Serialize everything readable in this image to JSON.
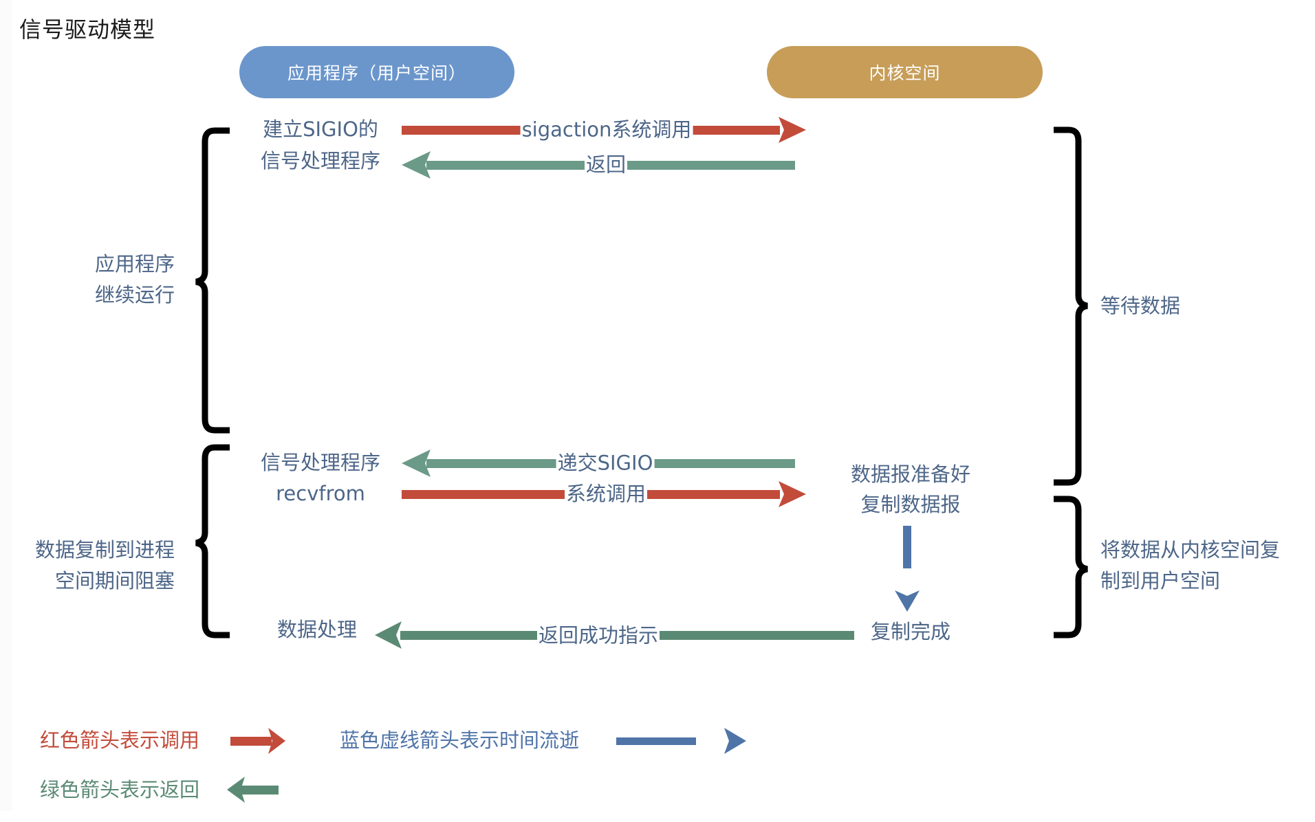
{
  "title": "信号驱动模型",
  "colors": {
    "user_space": "#6b96cb",
    "kernel_space": "#c79d58",
    "call_arrow": "#c24b3a",
    "return_arrow": "#6b9a88",
    "return_arrow_dark": "#5b8a74",
    "time_arrow": "#4f74a8",
    "text": "#4d6688",
    "brace": "#000000"
  },
  "headers": {
    "user_space": "应用程序（用户空间）",
    "kernel_space": "内核空间"
  },
  "steps": {
    "setup_line1": "建立SIGIO的",
    "setup_line2": "信号处理程序",
    "sigaction_call": "sigaction系统调用",
    "return": "返回",
    "signal_handler": "信号处理程序",
    "deliver_sigio": "递交SIGIO",
    "recvfrom": "recvfrom",
    "syscall": "系统调用",
    "datagram_ready": "数据报准备好",
    "copy_datagram": "复制数据报",
    "copy_done": "复制完成",
    "data_processing": "数据处理",
    "return_success": "返回成功指示"
  },
  "brace_labels": {
    "app_continues_line1": "应用程序",
    "app_continues_line2": "继续运行",
    "blocked_line1": "数据复制到进程",
    "blocked_line2": "空间期间阻塞",
    "wait_data": "等待数据",
    "copy_kernel_line1": "将数据从内核空间复",
    "copy_kernel_line2": "制到用户空间"
  },
  "legend": {
    "red": "红色箭头表示调用",
    "blue": "蓝色虚线箭头表示时间流逝",
    "green": "绿色箭头表示返回"
  }
}
